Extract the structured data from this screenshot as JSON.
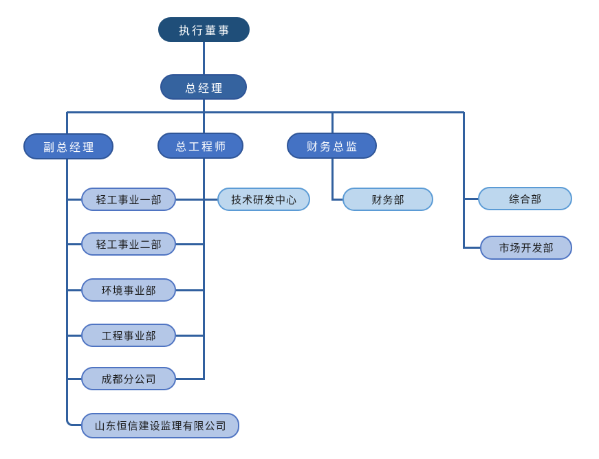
{
  "title": "company-organization-chart",
  "palette": {
    "level1_fill": "#1F4E79",
    "level2_fill": "#35639F",
    "level2_border": "#2F5597",
    "level3_fill": "#4472C4",
    "level3_border": "#2F5597",
    "lavender_fill": "#B4C7E7",
    "lavender_border": "#4F74C2",
    "sky_fill": "#BDD7EE",
    "sky_border": "#5B9BD5",
    "connector_line": "#31609F",
    "text_dark": "#1A1A1A",
    "text_light": "#FFFFFF",
    "background": "#FFFFFF"
  },
  "chart_data": {
    "type": "org-chart",
    "hierarchy": {
      "执行董事": {
        "总经理": {
          "副总经理": [
            "轻工事业一部",
            "轻工事业二部",
            "环境事业部",
            "工程事业部",
            "成都分公司",
            "山东恒信建设监理有限公司"
          ],
          "总工程师": [
            "技术研发中心",
            "轻工事业一部",
            "轻工事业二部",
            "环境事业部",
            "工程事业部",
            "成都分公司"
          ],
          "财务总监": [
            "财务部"
          ],
          "直属部门": [
            "综合部",
            "市场开发部"
          ]
        }
      }
    }
  },
  "nodes": [
    {
      "id": "executive-director",
      "label": "执行董事",
      "style": "l1"
    },
    {
      "id": "general-manager",
      "label": "总经理",
      "style": "l2"
    },
    {
      "id": "deputy-general-manager",
      "label": "副总经理",
      "style": "l3"
    },
    {
      "id": "chief-engineer",
      "label": "总工程师",
      "style": "l3"
    },
    {
      "id": "finance-director",
      "label": "财务总监",
      "style": "l3"
    },
    {
      "id": "light-industry-div-1",
      "label": "轻工事业一部",
      "style": "lav"
    },
    {
      "id": "tech-rd-center",
      "label": "技术研发中心",
      "style": "sky"
    },
    {
      "id": "finance-dept",
      "label": "财务部",
      "style": "sky"
    },
    {
      "id": "general-affairs-dept",
      "label": "综合部",
      "style": "sky"
    },
    {
      "id": "light-industry-div-2",
      "label": "轻工事业二部",
      "style": "lav"
    },
    {
      "id": "market-dev-dept",
      "label": "市场开发部",
      "style": "lav"
    },
    {
      "id": "environment-div",
      "label": "环境事业部",
      "style": "lav"
    },
    {
      "id": "engineering-div",
      "label": "工程事业部",
      "style": "lav"
    },
    {
      "id": "chengdu-branch",
      "label": "成都分公司",
      "style": "lav"
    },
    {
      "id": "shandong-hengxin",
      "label": "山东恒信建设监理有限公司",
      "style": "lav"
    }
  ]
}
